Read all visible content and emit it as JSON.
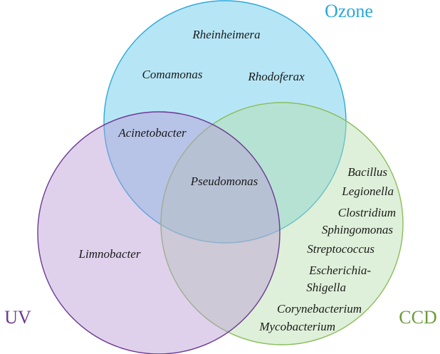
{
  "sets": {
    "ozone": {
      "label": "Ozone",
      "fill": "#5ec8ea",
      "stroke": "#2ba9dc",
      "text_color": "#29a8d8"
    },
    "uv": {
      "label": "UV",
      "fill": "#b99ad4",
      "stroke": "#6d3a93",
      "text_color": "#6d3a93"
    },
    "ccd": {
      "label": "CCD",
      "fill": "#b5deaa",
      "stroke": "#8bbd5a",
      "text_color": "#6e9b3c"
    }
  },
  "regions": {
    "ozone_only": [
      "Rheinheimera",
      "Comamonas",
      "Rhodoferax"
    ],
    "ozone_uv": [
      "Acinetobacter"
    ],
    "all_three": [
      "Pseudomonas"
    ],
    "uv_only": [
      "Limnobacter"
    ],
    "ccd_only": [
      "Bacillus",
      "Legionella",
      "Clostridium",
      "Sphingomonas",
      "Streptococcus",
      "Escherichia-",
      "Shigella",
      "Corynebacterium",
      "Mycobacterium"
    ]
  }
}
